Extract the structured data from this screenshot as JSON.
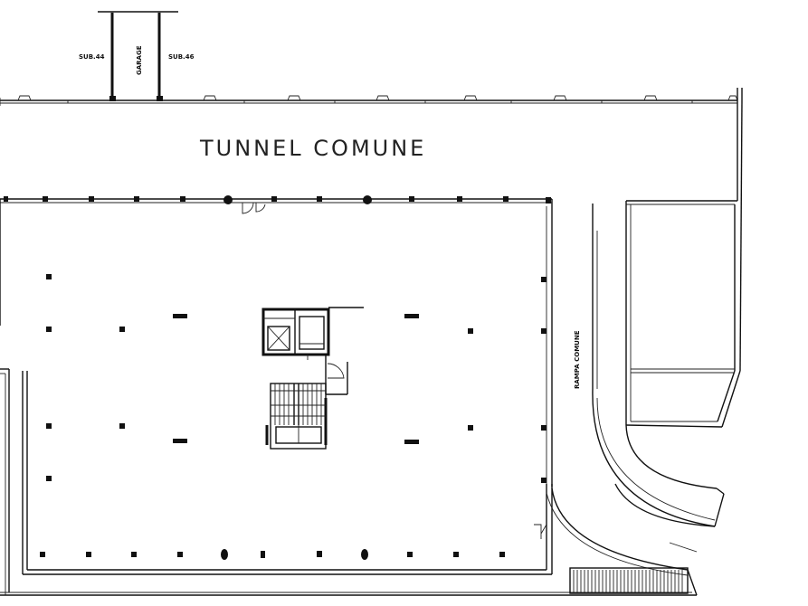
{
  "labels": {
    "sub_left": "SUB.44",
    "sub_right": "SUB.46",
    "garage": "GARAGE",
    "tunnel": "TUNNEL COMUNE",
    "ramp": "RAMPA COMUNE"
  }
}
